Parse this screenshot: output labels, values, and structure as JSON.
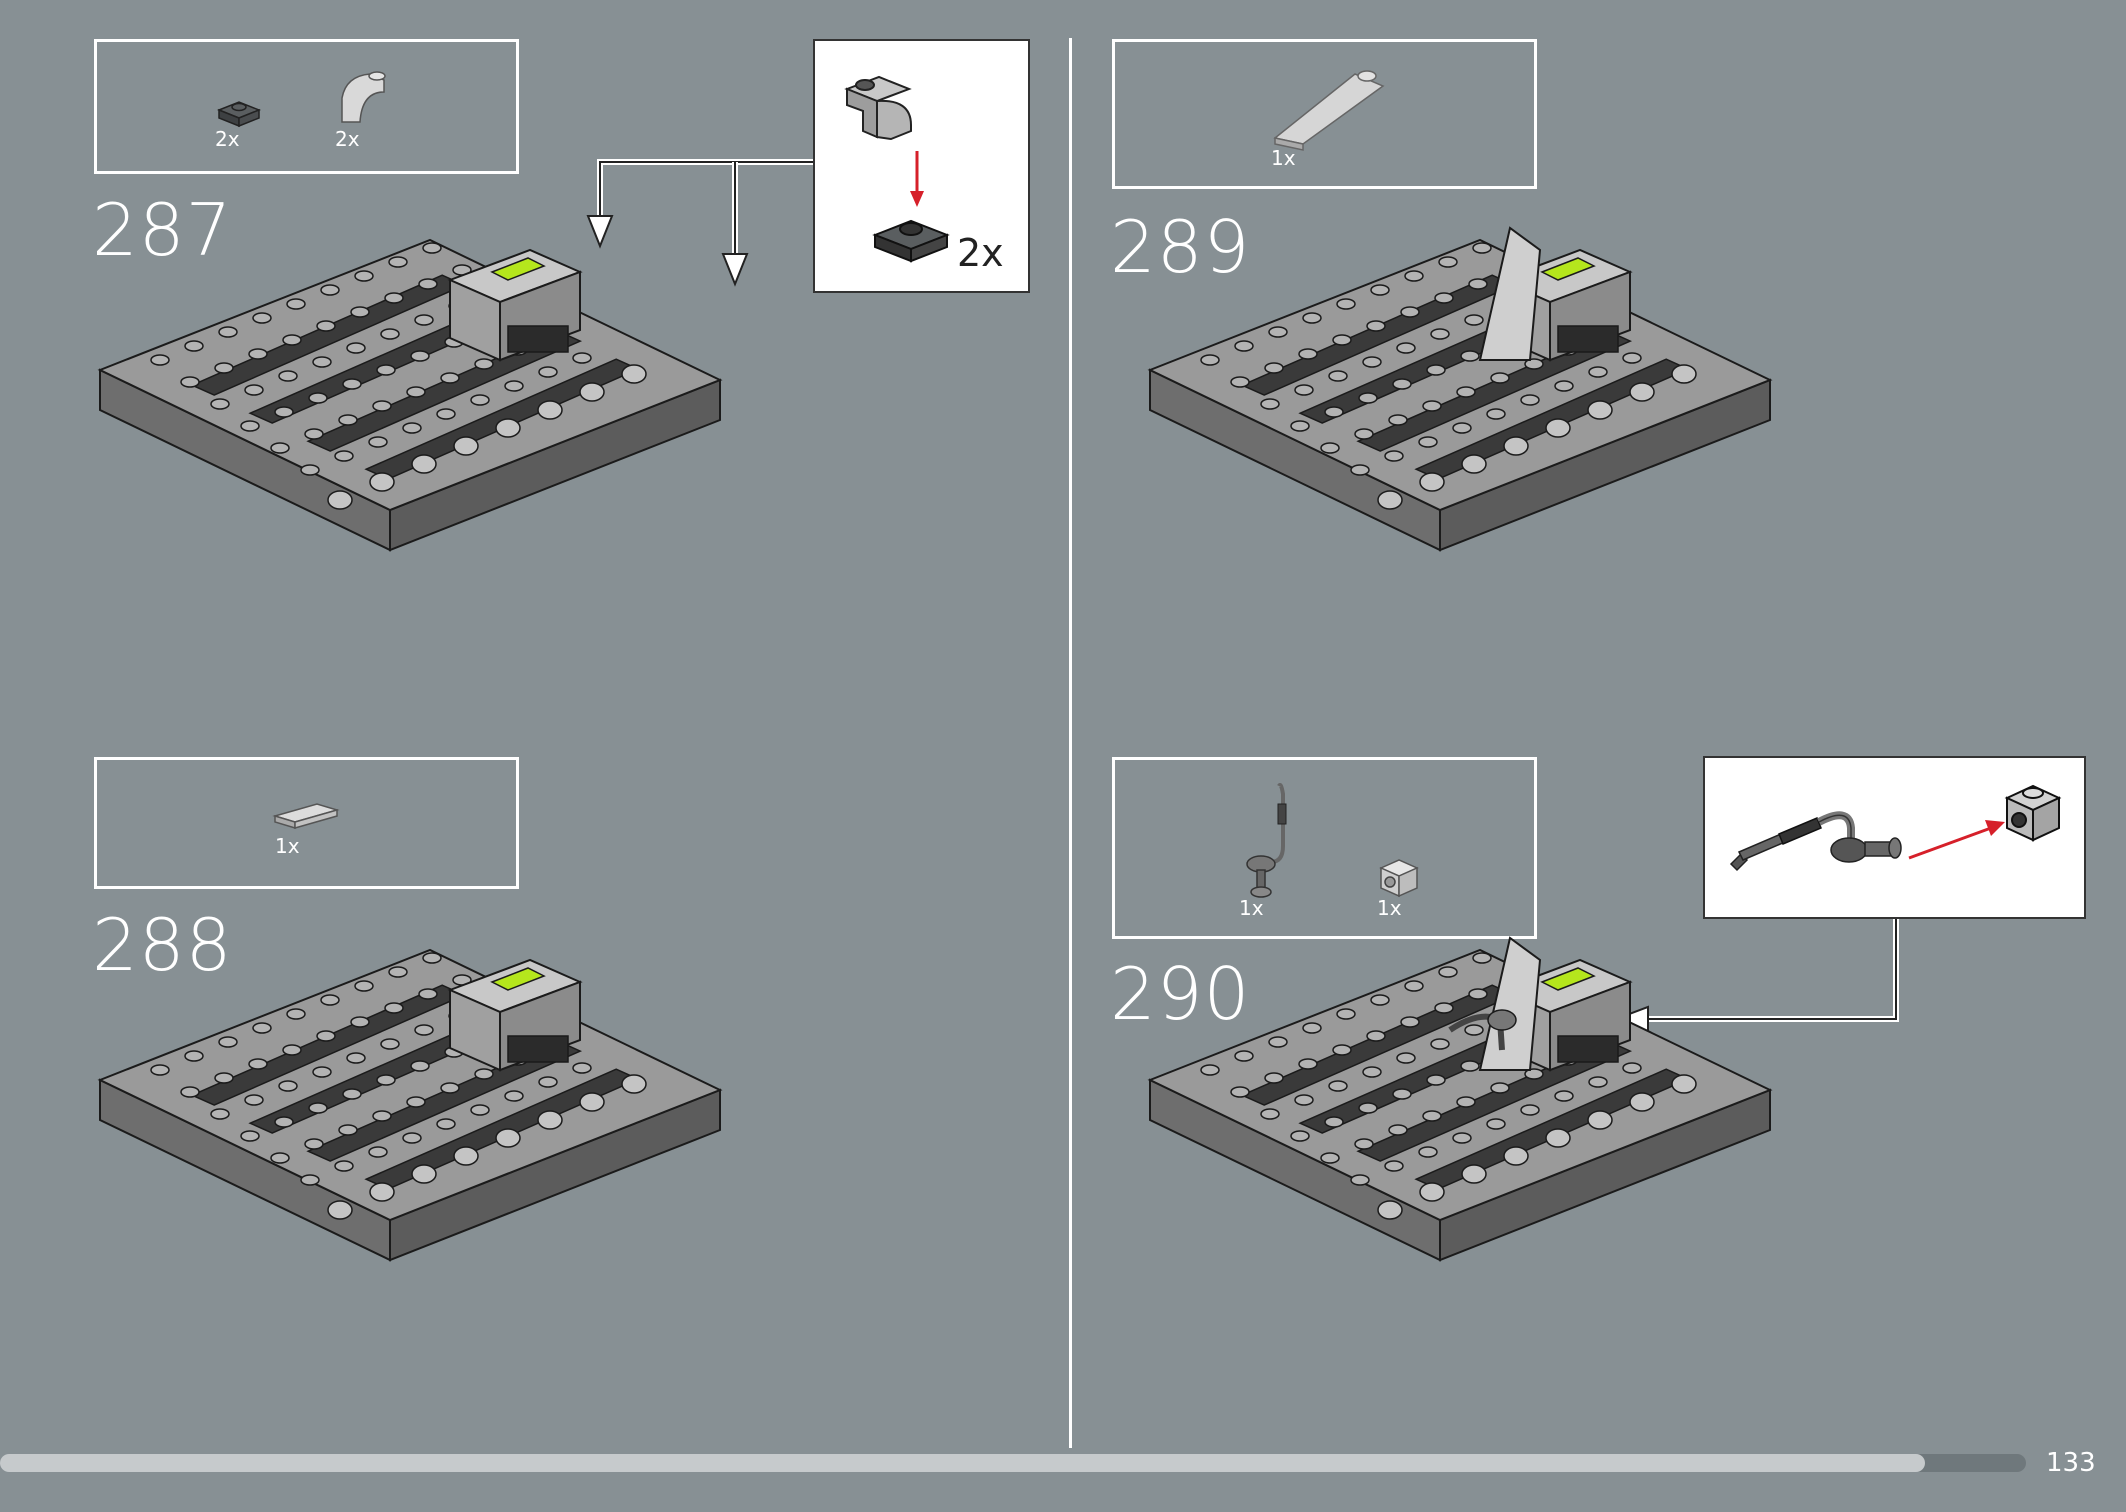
{
  "steps": [
    {
      "number": "287",
      "parts": [
        {
          "qty": "2x",
          "icon": "plate-1x1-dark-icon"
        },
        {
          "qty": "2x",
          "icon": "curved-slope-icon"
        }
      ],
      "callout_qty": "2x"
    },
    {
      "number": "288",
      "parts": [
        {
          "qty": "1x",
          "icon": "tile-1x2-icon"
        }
      ]
    },
    {
      "number": "289",
      "parts": [
        {
          "qty": "1x",
          "icon": "wedge-slope-icon"
        }
      ]
    },
    {
      "number": "290",
      "parts": [
        {
          "qty": "1x",
          "icon": "hose-nozzle-icon"
        },
        {
          "qty": "1x",
          "icon": "brick-1x1-stud-icon"
        }
      ]
    }
  ],
  "page_number": "133",
  "progress": 0.95,
  "colors": {
    "background": "#879094",
    "lime": "#b5e61d",
    "arrow_red": "#d6202a"
  }
}
